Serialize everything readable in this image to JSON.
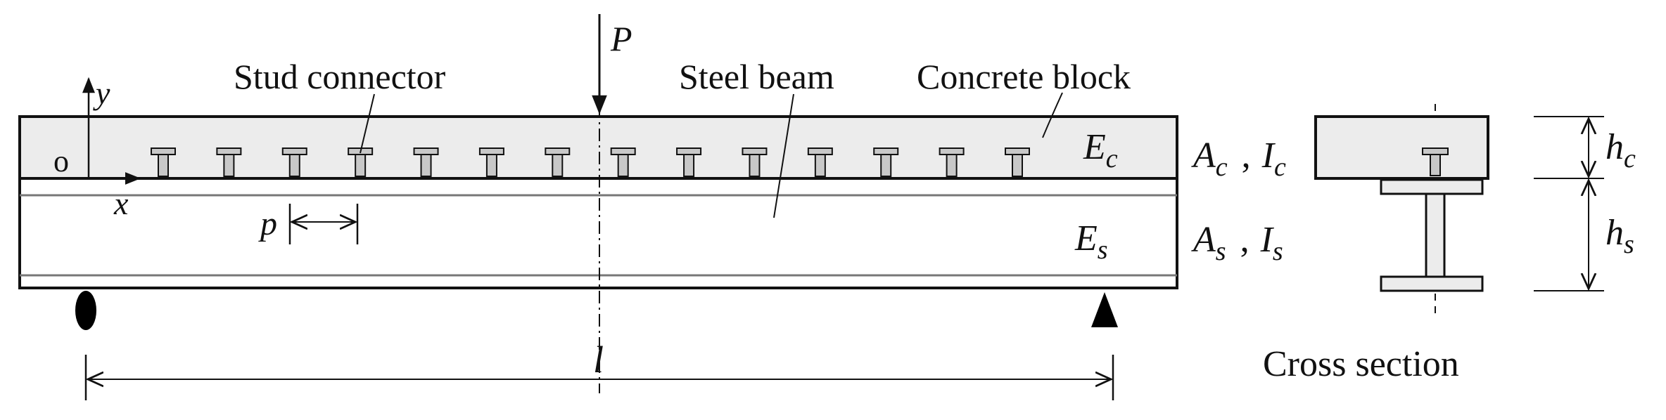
{
  "labels": {
    "load": "P",
    "stud_connector": "Stud connector",
    "steel_beam": "Steel beam",
    "concrete_block": "Concrete block",
    "origin": "o",
    "x_axis": "x",
    "y_axis": "y",
    "spacing": "p",
    "span": "l",
    "cross_section": "Cross section"
  },
  "symbols": {
    "concrete_modulus": {
      "base": "E",
      "sub": "c"
    },
    "steel_modulus": {
      "base": "E",
      "sub": "s"
    },
    "concrete_area": {
      "base": "A",
      "sub": "c"
    },
    "concrete_inertia": {
      "base": "I",
      "sub": "c"
    },
    "steel_area": {
      "base": "A",
      "sub": "s"
    },
    "steel_inertia": {
      "base": "I",
      "sub": "s"
    },
    "concrete_height": {
      "base": "h",
      "sub": "c"
    },
    "steel_height": {
      "base": "h",
      "sub": "s"
    },
    "separator": ","
  },
  "studs": {
    "count": 14
  },
  "colors": {
    "concrete": "#ececec",
    "stud": "#c8c8c8",
    "line": "#111111"
  }
}
